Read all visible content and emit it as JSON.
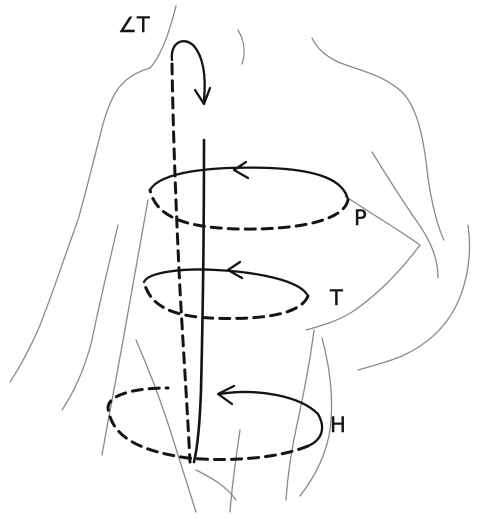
{
  "labels": {
    "top": "∠T",
    "upper_ring": "P",
    "middle_ring": "T",
    "lower_ring": "H"
  },
  "colors": {
    "ink": "#141414",
    "pencil": "#8a8a8a",
    "paper": "#ffffff"
  }
}
